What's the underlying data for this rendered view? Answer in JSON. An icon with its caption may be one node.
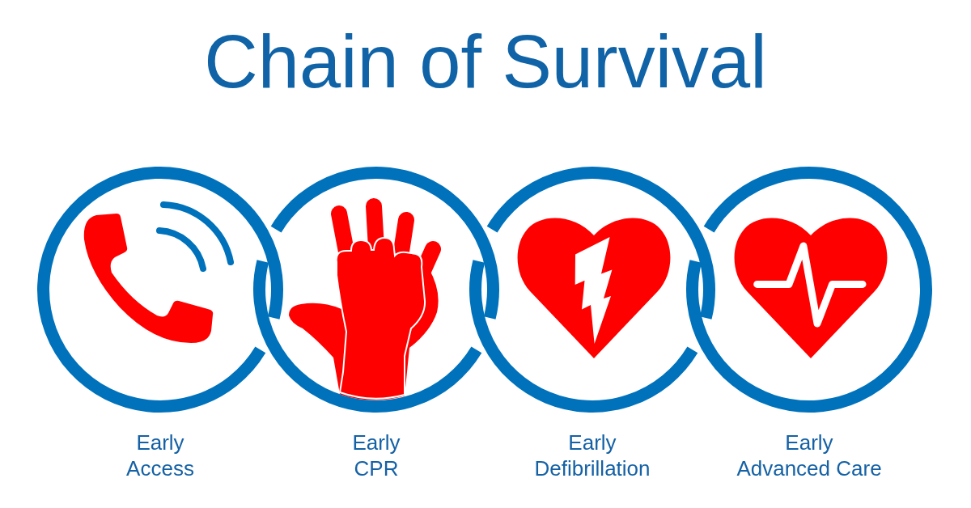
{
  "diagram": {
    "title": "Chain of Survival",
    "nodes": [
      {
        "text": [],
        "shape": "circle",
        "beside": [
          "Early Access"
        ]
      },
      {
        "text": [],
        "shape": "circle",
        "beside": [
          "Early CPR"
        ]
      },
      {
        "text": [],
        "shape": "circle",
        "beside": [
          "Early Defibrillation"
        ]
      },
      {
        "text": [],
        "shape": "circle",
        "beside": [
          "Early Advanced Care"
        ]
      }
    ]
  }
}
